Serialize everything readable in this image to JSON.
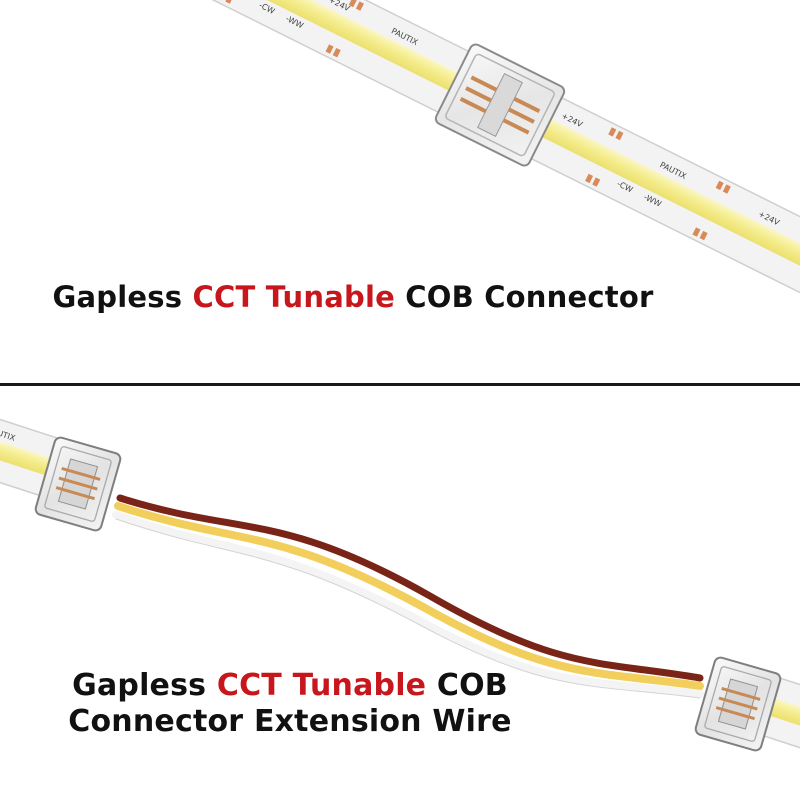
{
  "top_panel": {
    "caption": {
      "prefix": "Gapless ",
      "highlight": "CCT Tunable",
      "suffix": " COB Connector"
    },
    "strip_markings": {
      "brand": "PAUTIX",
      "voltage": "+24V",
      "cw": "-CW",
      "ww": "-WW"
    }
  },
  "bottom_panel": {
    "caption": {
      "line1_prefix": "Gapless ",
      "line1_highlight": "CCT Tunable",
      "line1_suffix": " COB",
      "line2": "Connector Extension Wire"
    },
    "strip_markings": {
      "brand": "PAUTIX"
    }
  },
  "colors": {
    "accent": "#c8161d",
    "text": "#111111",
    "divider": "#1a1a1a",
    "led_yellow": "#f4ec8a",
    "wire_brown": "#7a2418",
    "wire_yellow": "#f2cf5c",
    "wire_white": "#f4f4f4"
  }
}
